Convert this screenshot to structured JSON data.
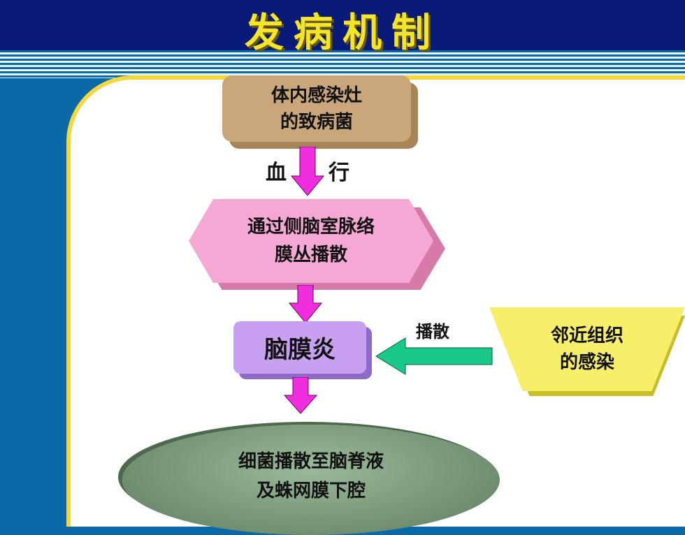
{
  "title": "发病机制",
  "nodes": {
    "source": {
      "line1": "体内感染灶",
      "line2": "的致病菌"
    },
    "spread_choroid": {
      "line1": "通过侧脑室脉络",
      "line2": "膜丛播散"
    },
    "meningitis": {
      "label": "脑膜炎"
    },
    "adjacent": {
      "line1": "邻近组织",
      "line2": "的感染"
    },
    "result": {
      "line1": "细菌播散至脑脊液",
      "line2": "及蛛网膜下腔"
    }
  },
  "edges": {
    "blood_left": "血",
    "blood_right": "行",
    "spread_label": "播散"
  },
  "colors": {
    "title": "#f5e52a",
    "down_arrow": "#f02ee0",
    "side_arrow": "#18c98a"
  }
}
